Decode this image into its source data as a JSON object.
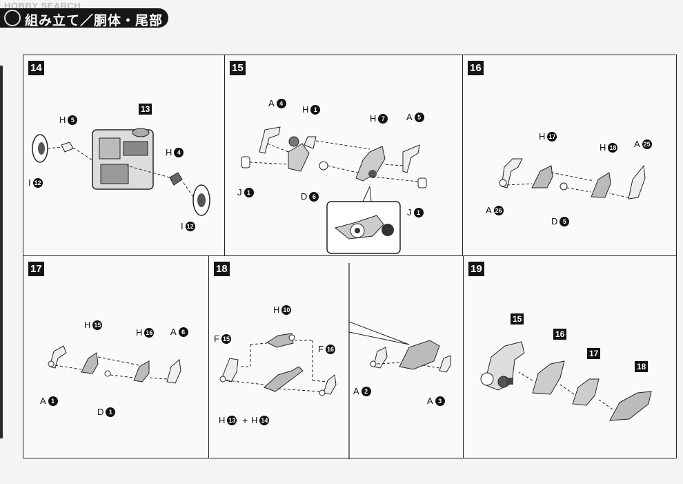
{
  "header": {
    "watermark": "HOBBY SEARCH",
    "title": "組み立て／胴体・尾部"
  },
  "steps": {
    "s14": {
      "number": "14",
      "labels": [
        {
          "letter": "H",
          "num": "5"
        },
        {
          "letter": "I",
          "num": "12"
        },
        {
          "letter": "H",
          "num": "4"
        },
        {
          "letter": "I",
          "num": "12"
        }
      ],
      "part_number": "13"
    },
    "s15": {
      "number": "15",
      "labels": [
        {
          "letter": "A",
          "num": "4"
        },
        {
          "letter": "H",
          "num": "1"
        },
        {
          "letter": "H",
          "num": "7"
        },
        {
          "letter": "A",
          "num": "5"
        },
        {
          "letter": "J",
          "num": "1"
        },
        {
          "letter": "D",
          "num": "6"
        },
        {
          "letter": "J",
          "num": "1"
        }
      ]
    },
    "s16": {
      "number": "16",
      "labels": [
        {
          "letter": "H",
          "num": "17"
        },
        {
          "letter": "H",
          "num": "18"
        },
        {
          "letter": "A",
          "num": "25"
        },
        {
          "letter": "A",
          "num": "26"
        },
        {
          "letter": "D",
          "num": "5"
        }
      ]
    },
    "s17": {
      "number": "17",
      "labels": [
        {
          "letter": "H",
          "num": "15"
        },
        {
          "letter": "H",
          "num": "16"
        },
        {
          "letter": "A",
          "num": "6"
        },
        {
          "letter": "A",
          "num": "1"
        },
        {
          "letter": "D",
          "num": "1"
        }
      ]
    },
    "s18": {
      "number": "18",
      "labels": [
        {
          "letter": "H",
          "num": "10"
        },
        {
          "letter": "F",
          "num": "15"
        },
        {
          "letter": "F",
          "num": "16"
        },
        {
          "letter": "H",
          "num": "13"
        },
        {
          "letter": "H",
          "num": "14"
        },
        {
          "letter": "A",
          "num": "2"
        },
        {
          "letter": "A",
          "num": "3"
        }
      ],
      "plus": "+"
    },
    "s19": {
      "number": "19",
      "parts": [
        "15",
        "16",
        "17",
        "18"
      ]
    }
  }
}
